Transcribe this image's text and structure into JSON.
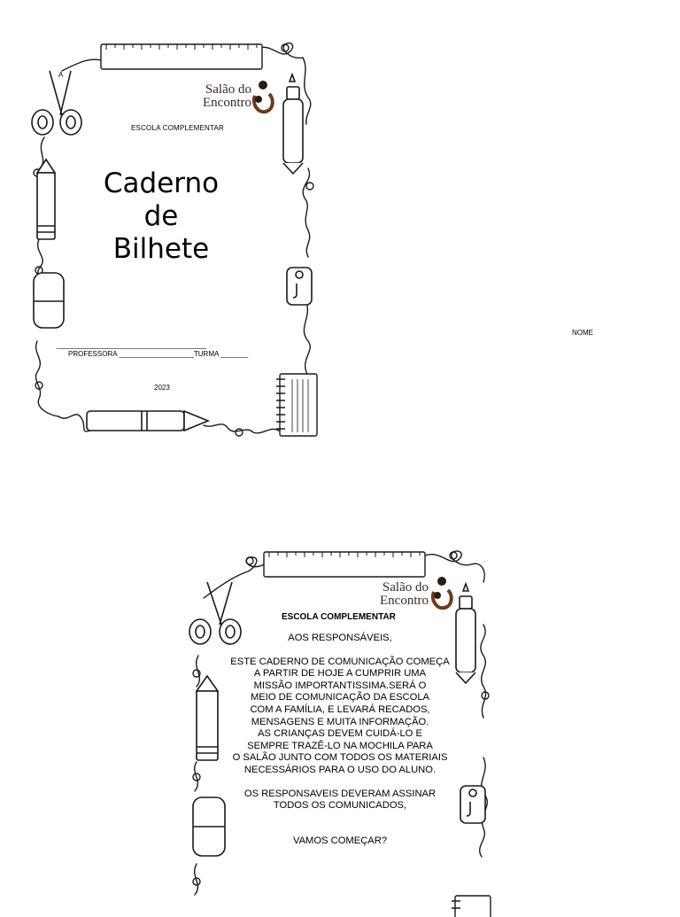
{
  "cover": {
    "corner_text": "A",
    "logo_line1": "Salão do",
    "logo_line2": "Encontro",
    "school": "ESCOLA COMPLEMENTAR",
    "title_line1": "Caderno",
    "title_line2": "de",
    "title_line3": "Bilhete",
    "name_line": "______________________________________",
    "teacher_line": "PROFESSORA ___________________TURMA _______",
    "year": "2023"
  },
  "side": {
    "nome": "NOME"
  },
  "letter_page": {
    "logo_line1": "Salão do",
    "logo_line2": "Encontro",
    "school": "ESCOLA COMPLEMENTAR",
    "greeting": "AOS RESPONSÁVEIS,",
    "body_lines": [
      "ESTE CADERNO DE COMUNICAÇÃO COMEÇA",
      "A PARTIR DE HOJE A CUMPRIR UMA",
      "MISSÃO IMPORTANTISSIMA.SERÁ O",
      "MEIO DE COMUNICAÇÃO DA ESCOLA",
      "COM A FAMÍLIA, E LEVARÁ RECADOS,",
      "MENSAGENS E MUITA INFORMAÇÃO.",
      "AS CRIANÇAS DEVEM CUIDÁ-LO E",
      "SEMPRE TRAZÊ-LO NA MOCHILA PARA",
      "O SALÃO JUNTO COM TODOS OS MATERIAIS",
      "NECESSÁRIOS PARA O USO DO ALUNO."
    ],
    "sign_lines": [
      "OS RESPONSAVEIS DEVERAM ASSINAR",
      "TODOS OS COMUNICADOS,"
    ],
    "closing": "VAMOS COMEÇAR?"
  },
  "colors": {
    "ink": "#1a1a1a",
    "logo_brown": "#6b3a1f",
    "logo_dark": "#2a1a10"
  },
  "icons": [
    "ruler-icon",
    "scissors-icon",
    "crayon-icon",
    "eraser-icon",
    "pencil-icon",
    "glue-icon",
    "sharpener-icon",
    "notebook-icon",
    "logo-icon"
  ]
}
